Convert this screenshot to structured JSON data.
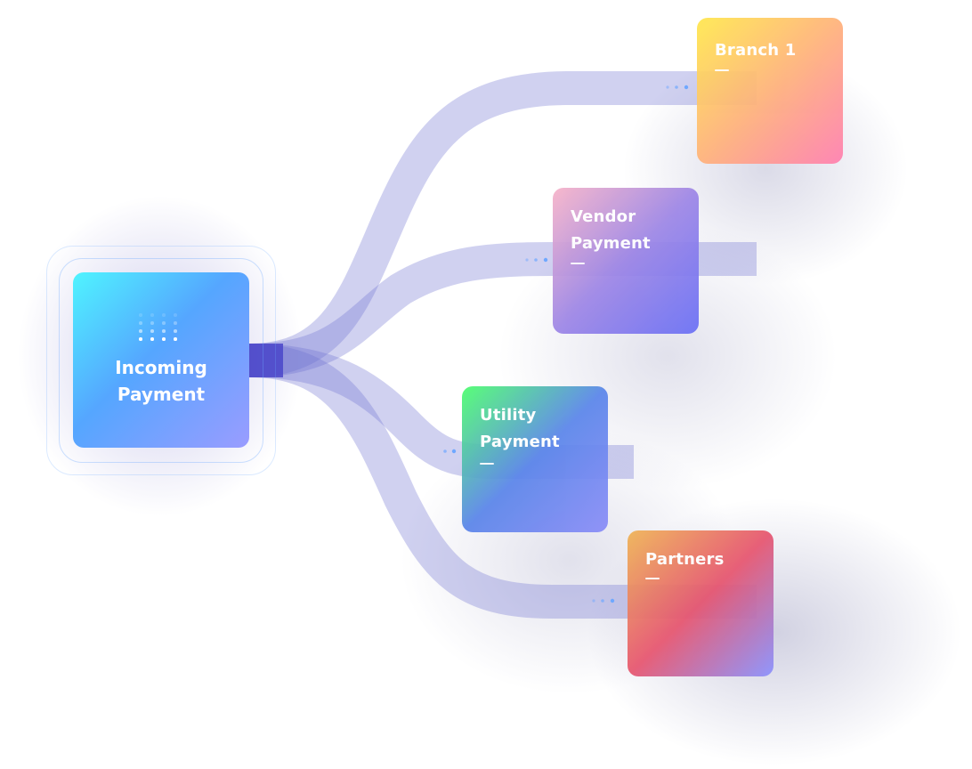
{
  "diagram": {
    "source": {
      "label": "Incoming\nPayment",
      "gradient": [
        "#4ff4ff",
        "#55a6ff",
        "#9a9cff"
      ]
    },
    "targets": [
      {
        "id": "branch-1",
        "label": "Branch 1",
        "gradient": [
          "#ffe84d",
          "#ffb27a",
          "#ff7fb0"
        ]
      },
      {
        "id": "vendor-payment",
        "label": "Vendor\nPayment",
        "gradient": [
          "#f7b3c8",
          "#9d86e6",
          "#6a70f5"
        ]
      },
      {
        "id": "utility-payment",
        "label": "Utility\nPayment",
        "gradient": [
          "#4dff6e",
          "#5a85ea",
          "#8a8cf7"
        ]
      },
      {
        "id": "partners",
        "label": "Partners",
        "gradient": [
          "#f0b455",
          "#e7556f",
          "#8a92ff"
        ]
      }
    ],
    "flow_color": "#6d6fd0",
    "flow_core_color": "#4a45c9"
  }
}
